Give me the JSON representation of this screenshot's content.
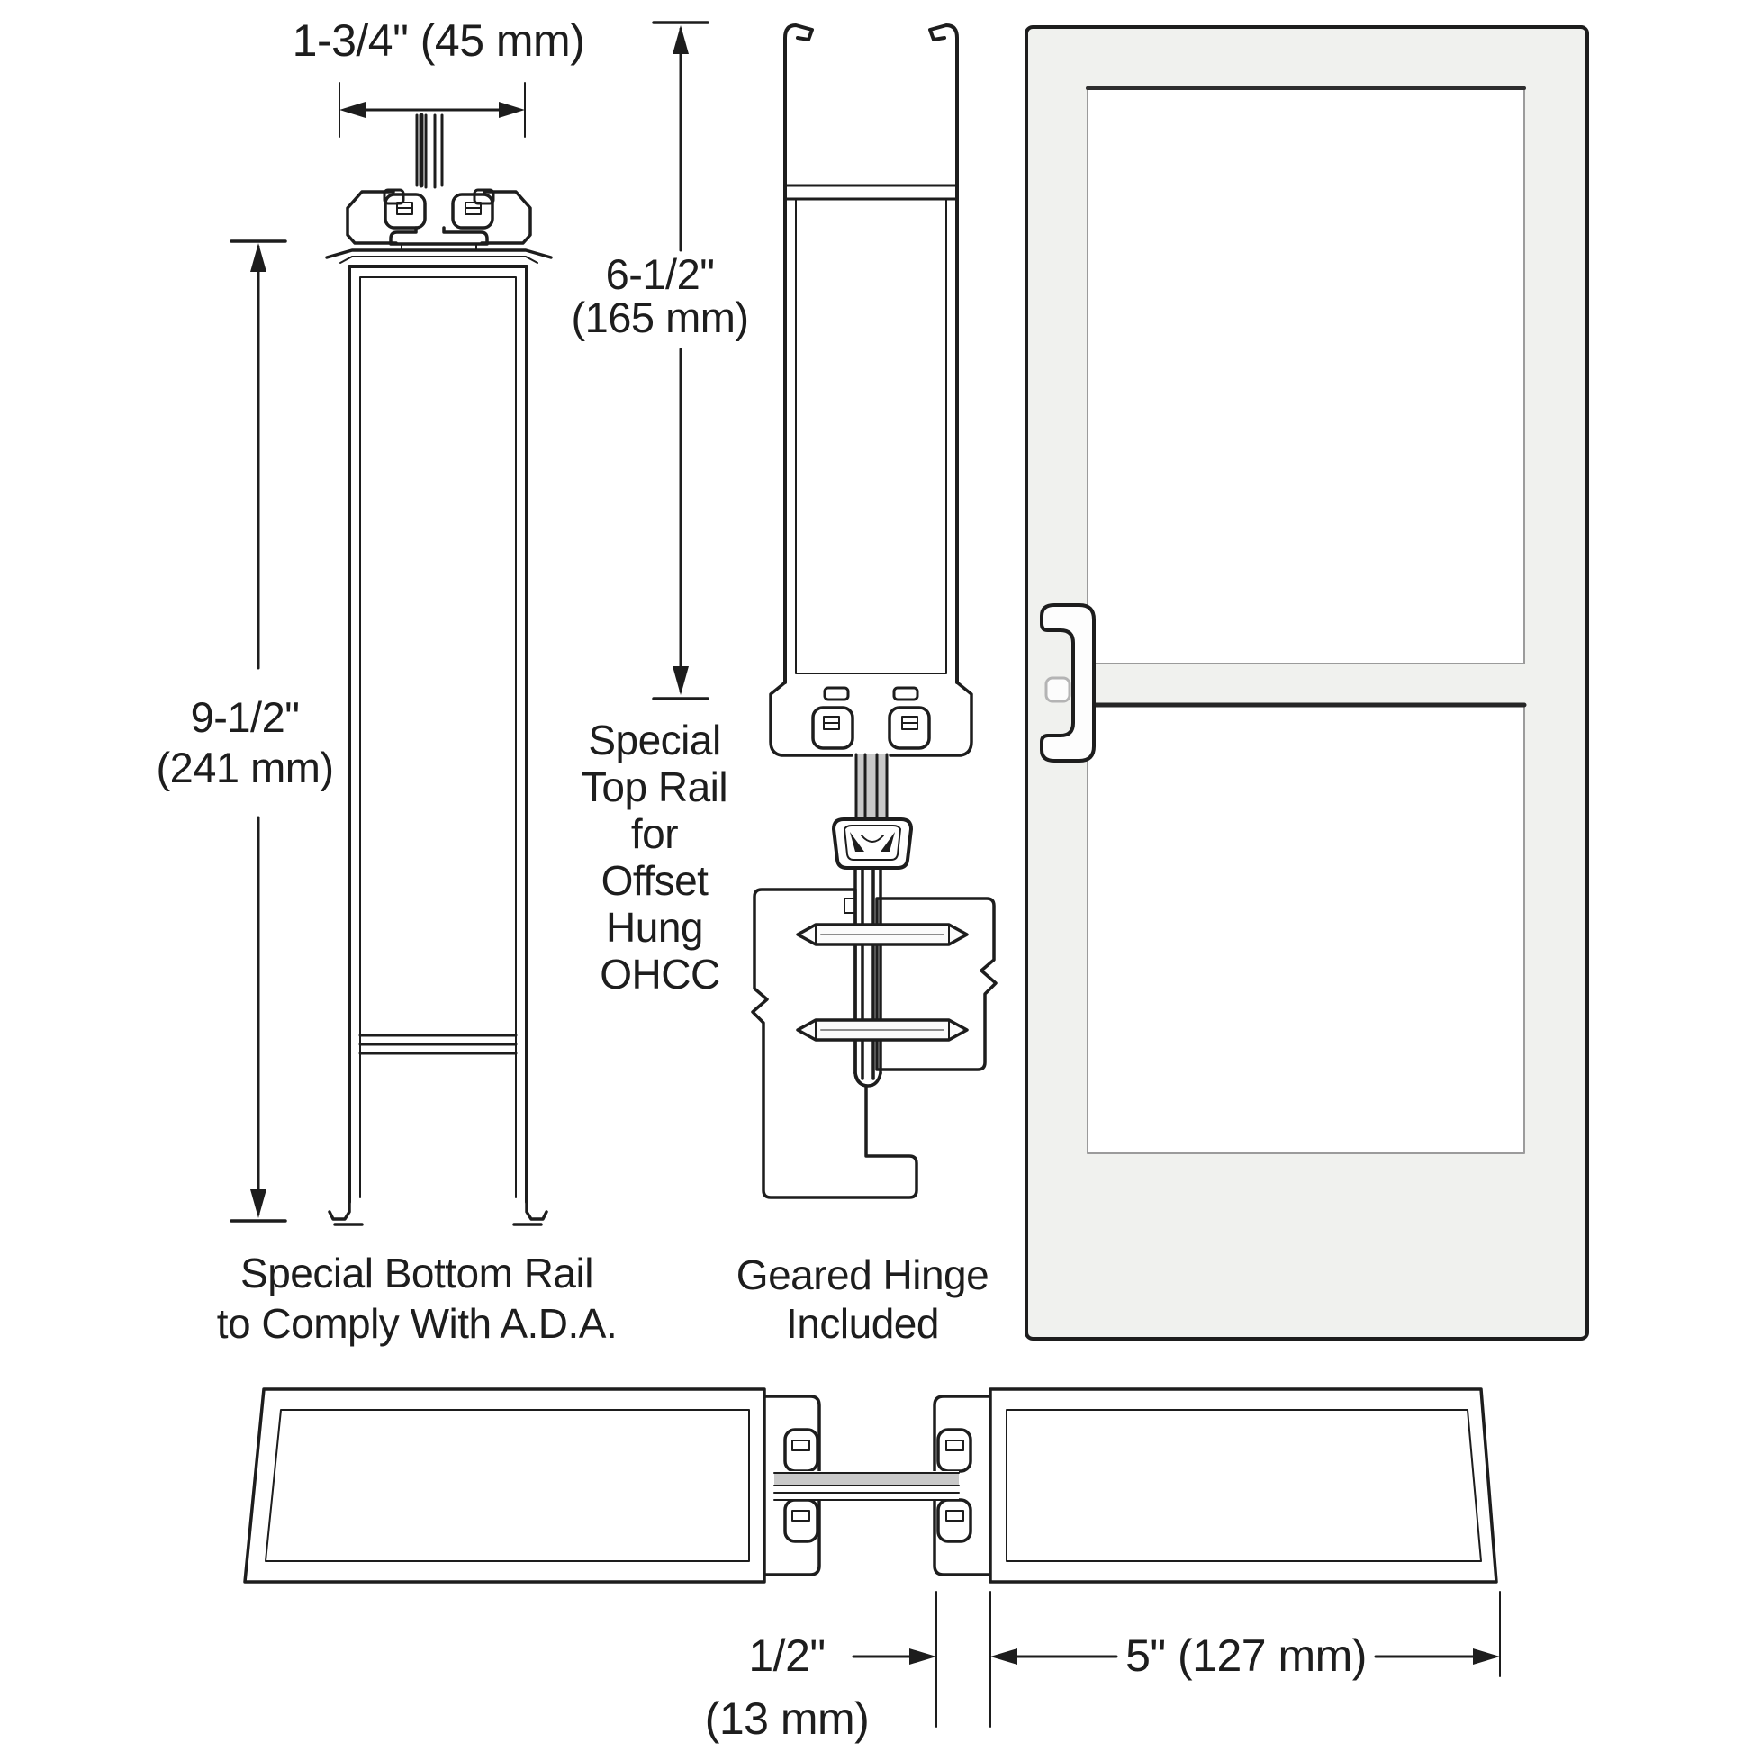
{
  "figure": {
    "title_context": "Door rail cross-section diagram",
    "dims": {
      "rail_width": "1-3/4\" (45 mm)",
      "rail_height": {
        "value": "9-1/2\"",
        "metric": "(241 mm)"
      },
      "top_rail_height": {
        "value": "6-1/2\"",
        "metric": "(165 mm)"
      },
      "stile_gap": {
        "value": "1/2\"",
        "metric": "(13 mm)"
      },
      "stile_width": "5\" (127 mm)"
    },
    "captions": {
      "bottom_rail": [
        "Special Bottom Rail",
        "to Comply With A.D.A."
      ],
      "top_rail": [
        "Special",
        "Top Rail",
        "for",
        "Offset",
        "Hung",
        "OHCC"
      ],
      "hinge": [
        "Geared Hinge",
        "Included"
      ]
    },
    "colors": {
      "line": "#1d1d1d",
      "door_fill": "#f0f1ee",
      "glass_fill": "#ffffff",
      "spline_gray": "#c9c9c9"
    }
  }
}
